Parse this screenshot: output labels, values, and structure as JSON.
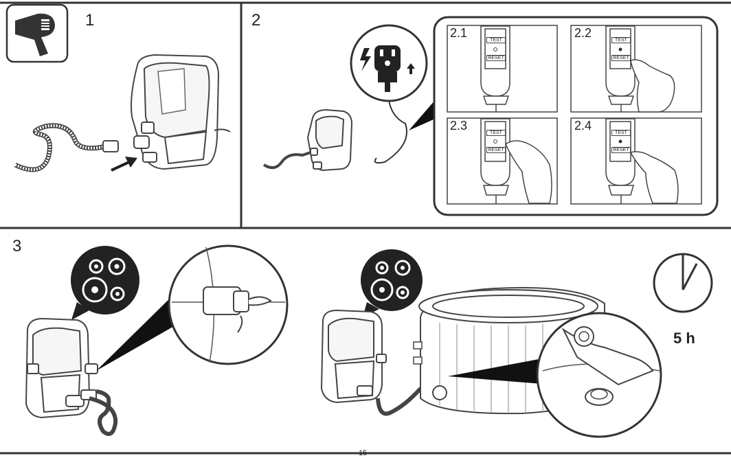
{
  "steps": {
    "s1": "1",
    "s2": "2",
    "s3": "3"
  },
  "substeps": [
    "2.1",
    "2.2",
    "2.3",
    "2.4"
  ],
  "switch": {
    "test": "TEST",
    "reset": "RESET"
  },
  "duration": "5 h",
  "page_number": "15"
}
